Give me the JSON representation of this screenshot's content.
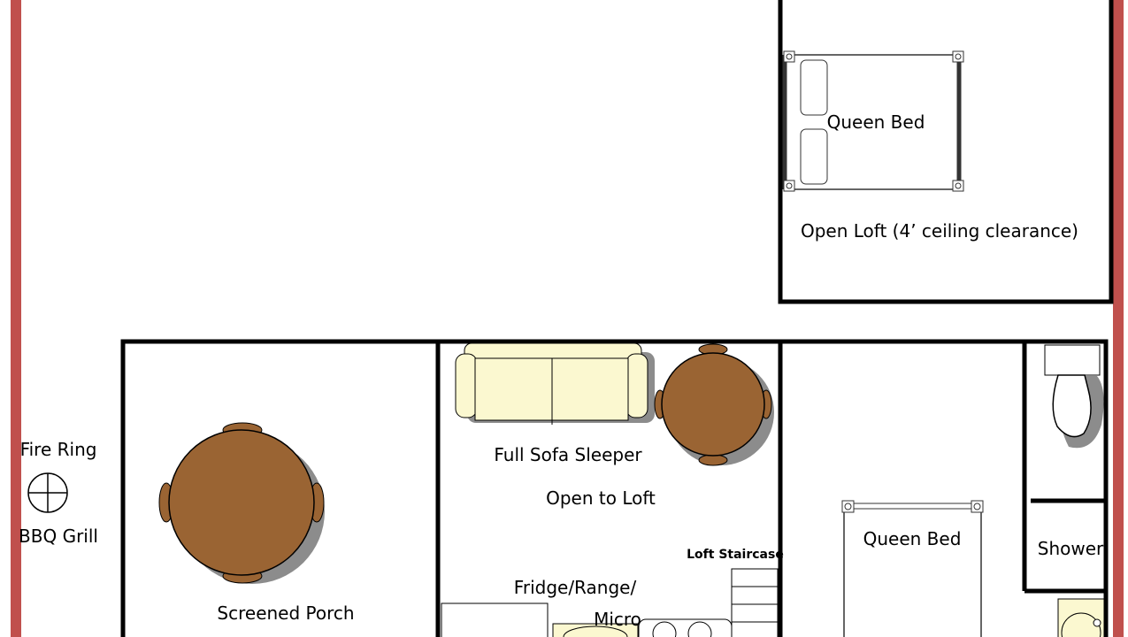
{
  "colors": {
    "border": "#c0504d",
    "wall": "#000000",
    "wood": "#9a6433",
    "fabric": "#fbf8d0",
    "shadow": "#8c8c8c"
  },
  "loft": {
    "bed_label": "Queen Bed",
    "room_label": "Open Loft (4’ ceiling clearance)"
  },
  "outside": {
    "fire_ring": "Fire Ring",
    "bbq": "BBQ Grill"
  },
  "porch": {
    "label": "Screened Porch"
  },
  "living": {
    "sofa_label": "Full Sofa Sleeper",
    "open_label": "Open to Loft",
    "stairs_label": "Loft Staircase",
    "kitchen_label_1": "Fridge/Range/",
    "kitchen_label_2": "Micro"
  },
  "bedroom": {
    "bed_label": "Queen Bed"
  },
  "bath": {
    "shower_label": "Shower"
  }
}
